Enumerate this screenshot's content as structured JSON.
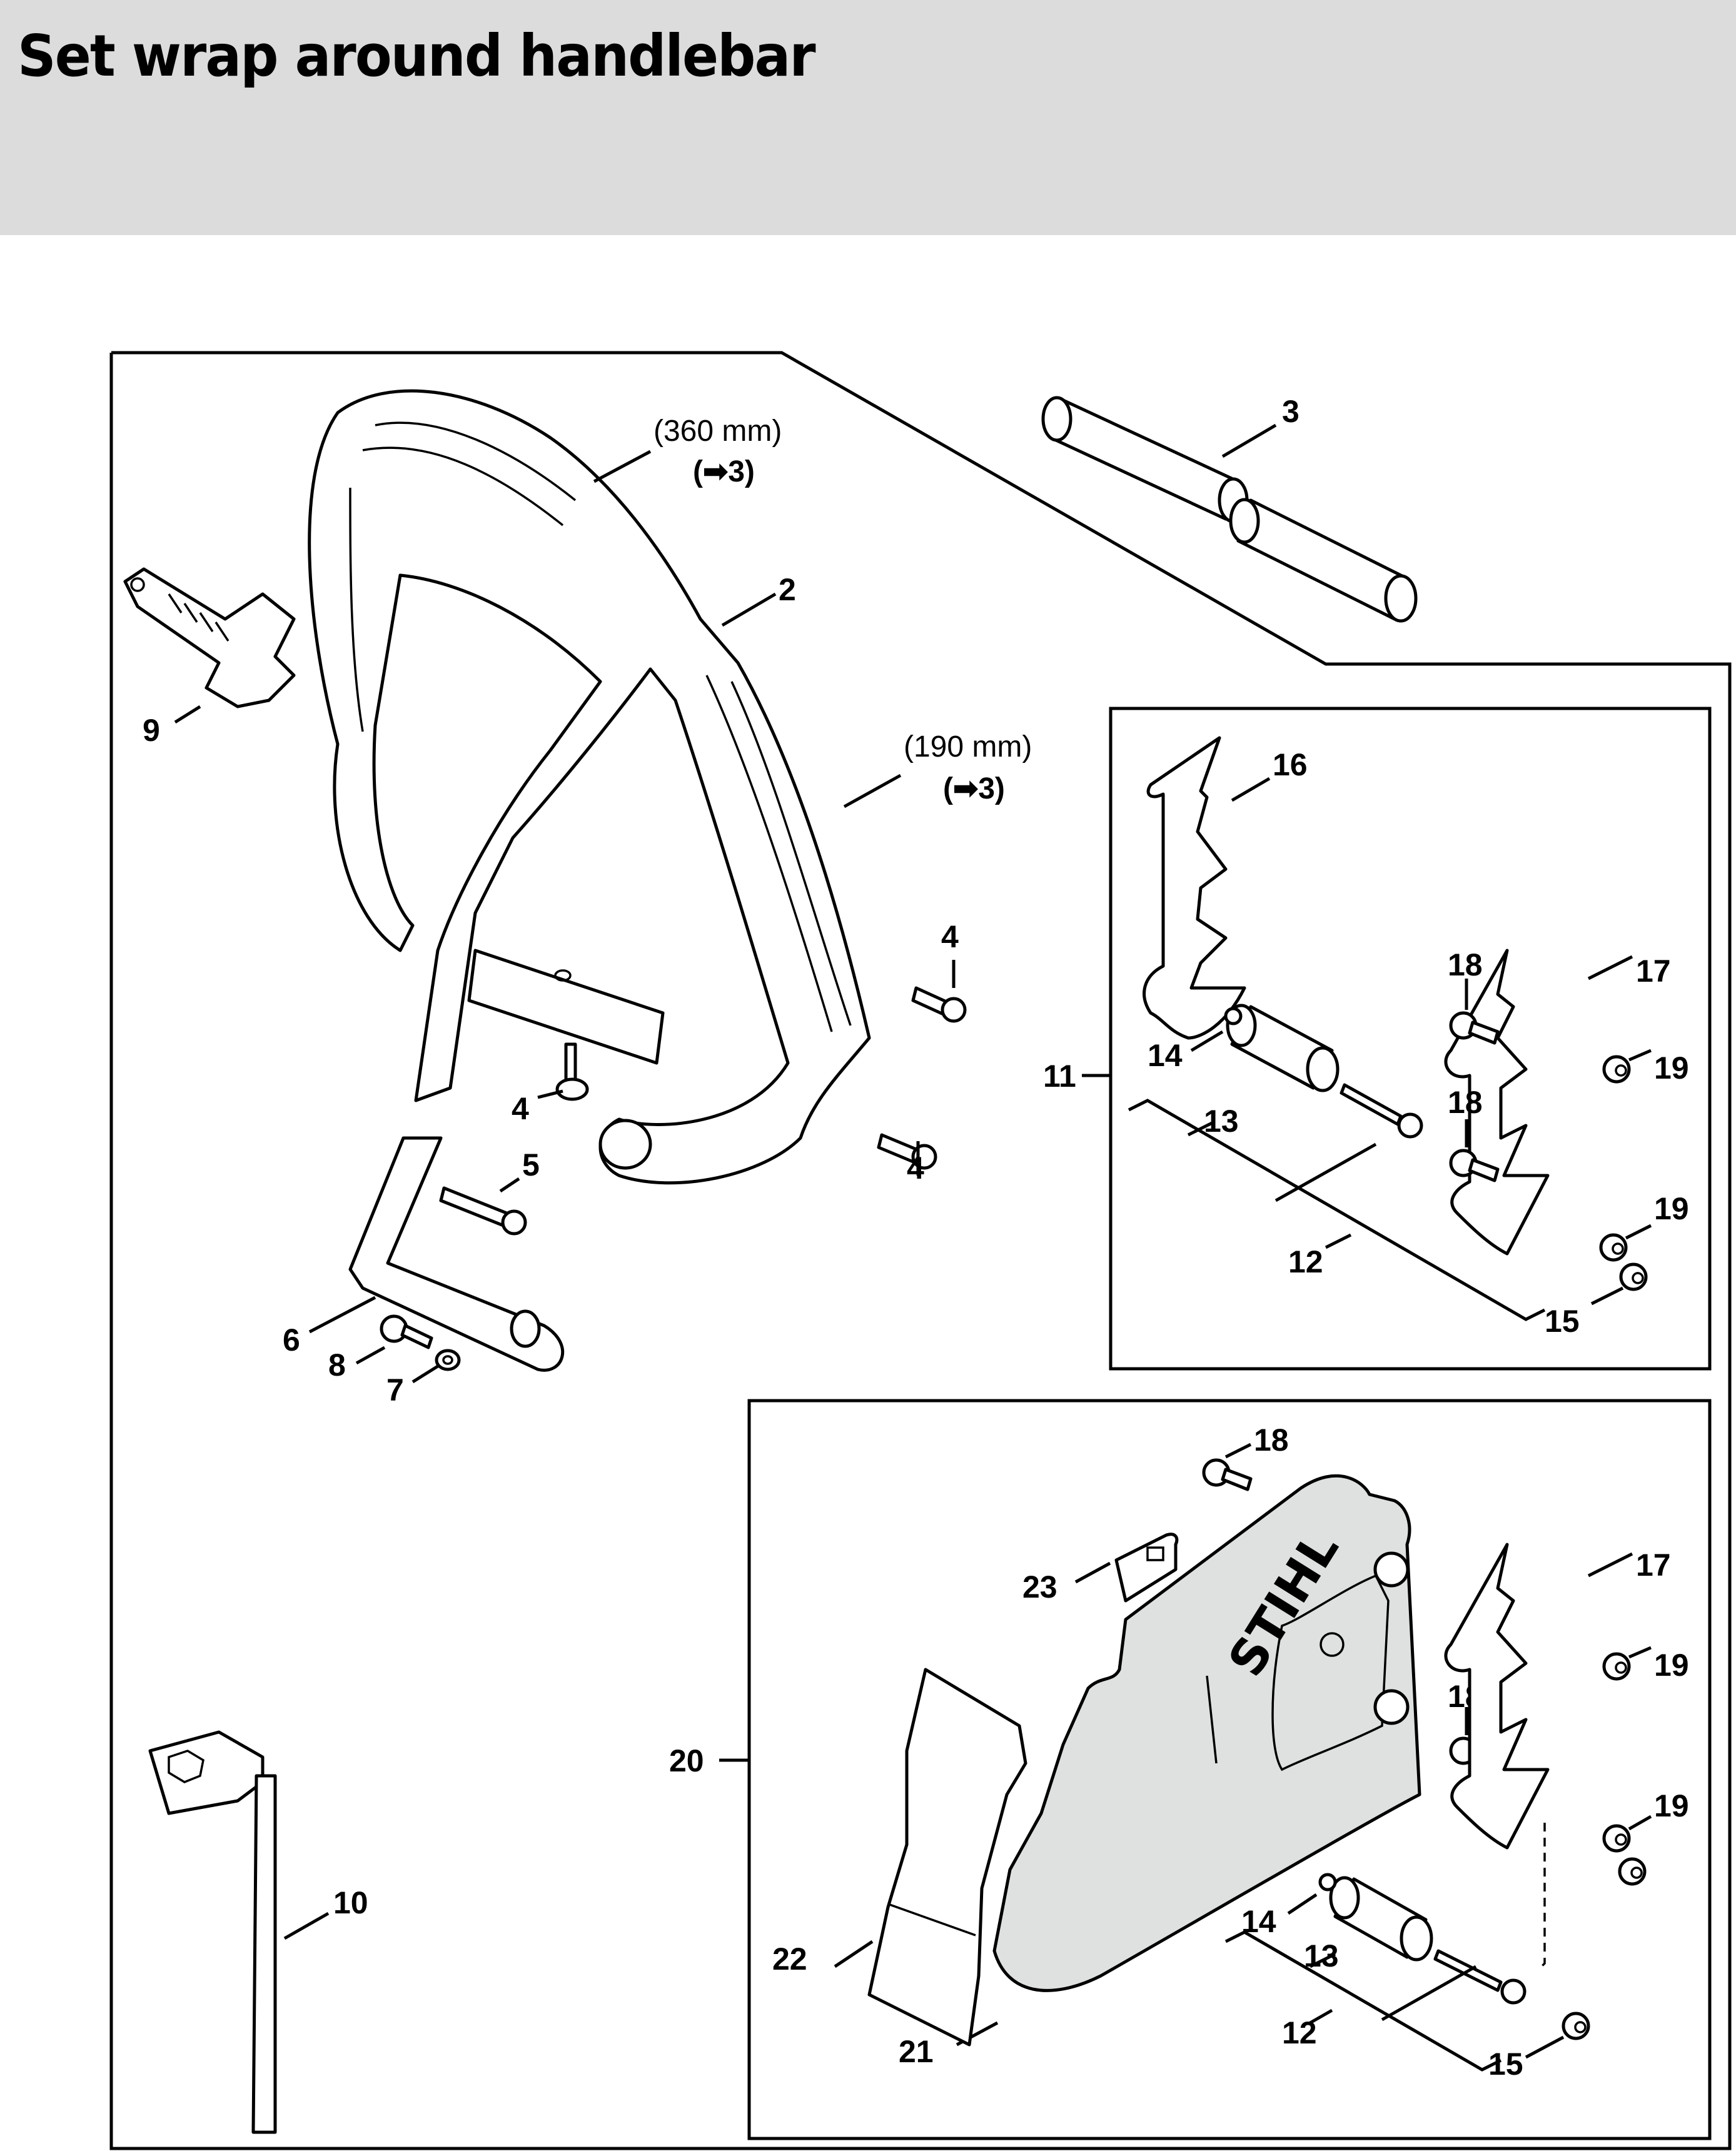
{
  "header": {
    "title": "Set wrap around handlebar"
  },
  "annotations": {
    "wrap_long_length": "(360 mm)",
    "wrap_long_ref": "(➡3)",
    "wrap_short_length": "(190 mm)",
    "wrap_short_ref": "(➡3)"
  },
  "callouts": {
    "p2": "2",
    "p3": "3",
    "p4a": "4",
    "p4b": "4",
    "p4c": "4",
    "p5": "5",
    "p6": "6",
    "p7": "7",
    "p8": "8",
    "p9": "9",
    "p10": "10",
    "p11": "11",
    "p12a": "12",
    "p13a": "13",
    "p14a": "14",
    "p15a": "15",
    "p16": "16",
    "p17a": "17",
    "p18a": "18",
    "p18b": "18",
    "p19a": "19",
    "p19b": "19",
    "p20": "20",
    "p21": "21",
    "p22": "22",
    "p23": "23",
    "p18c": "18",
    "p17b": "17",
    "p19c": "19",
    "p18d": "18",
    "p19d": "19",
    "p14b": "14",
    "p13b": "13",
    "p12b": "12",
    "p15b": "15"
  },
  "logo": {
    "brand": "STIHL"
  },
  "colors": {
    "header_bg": "#dbdcdb",
    "cover_fill": "#dfe1e1",
    "line": "#000000"
  }
}
